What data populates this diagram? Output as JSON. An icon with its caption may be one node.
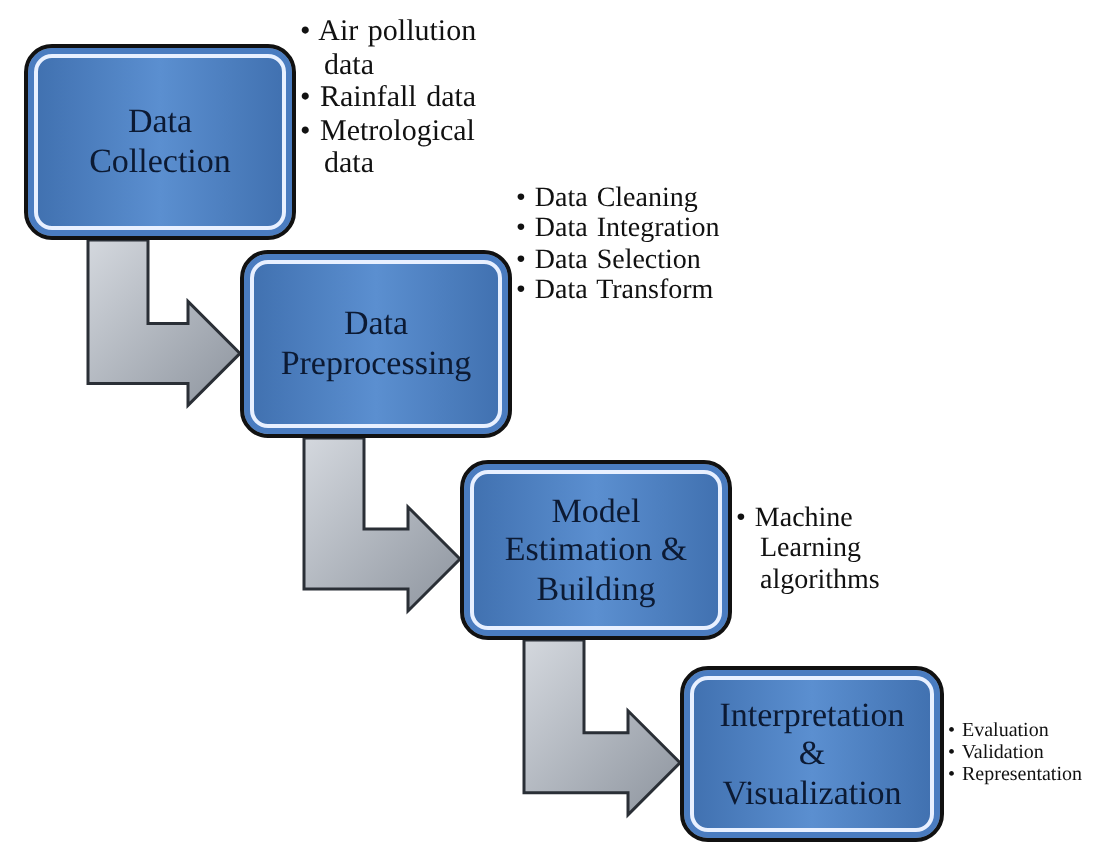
{
  "diagram": {
    "nodes": [
      {
        "text": [
          "Data Collection"
        ],
        "beside": [
          "• Air pollution data",
          "• Rainfall data",
          "• Metrological data"
        ]
      },
      {
        "text": [
          "Data Preprocessing"
        ],
        "beside": [
          "• Data Cleaning",
          "• Data Integration",
          "• Data Selection",
          "• Data Transform"
        ]
      },
      {
        "text": [
          "Model Estimation & Building"
        ],
        "beside": [
          "• Machine Learning algorithms"
        ]
      },
      {
        "text": [
          "Interpretation & Visualization"
        ],
        "beside": [
          "• Evaluation",
          "• Validation",
          "• Representation"
        ]
      }
    ],
    "edges": [
      {
        "from": 0,
        "to": 1,
        "arrow": "to"
      },
      {
        "from": 1,
        "to": 2,
        "arrow": "to"
      },
      {
        "from": 2,
        "to": 3,
        "arrow": "to"
      }
    ]
  }
}
